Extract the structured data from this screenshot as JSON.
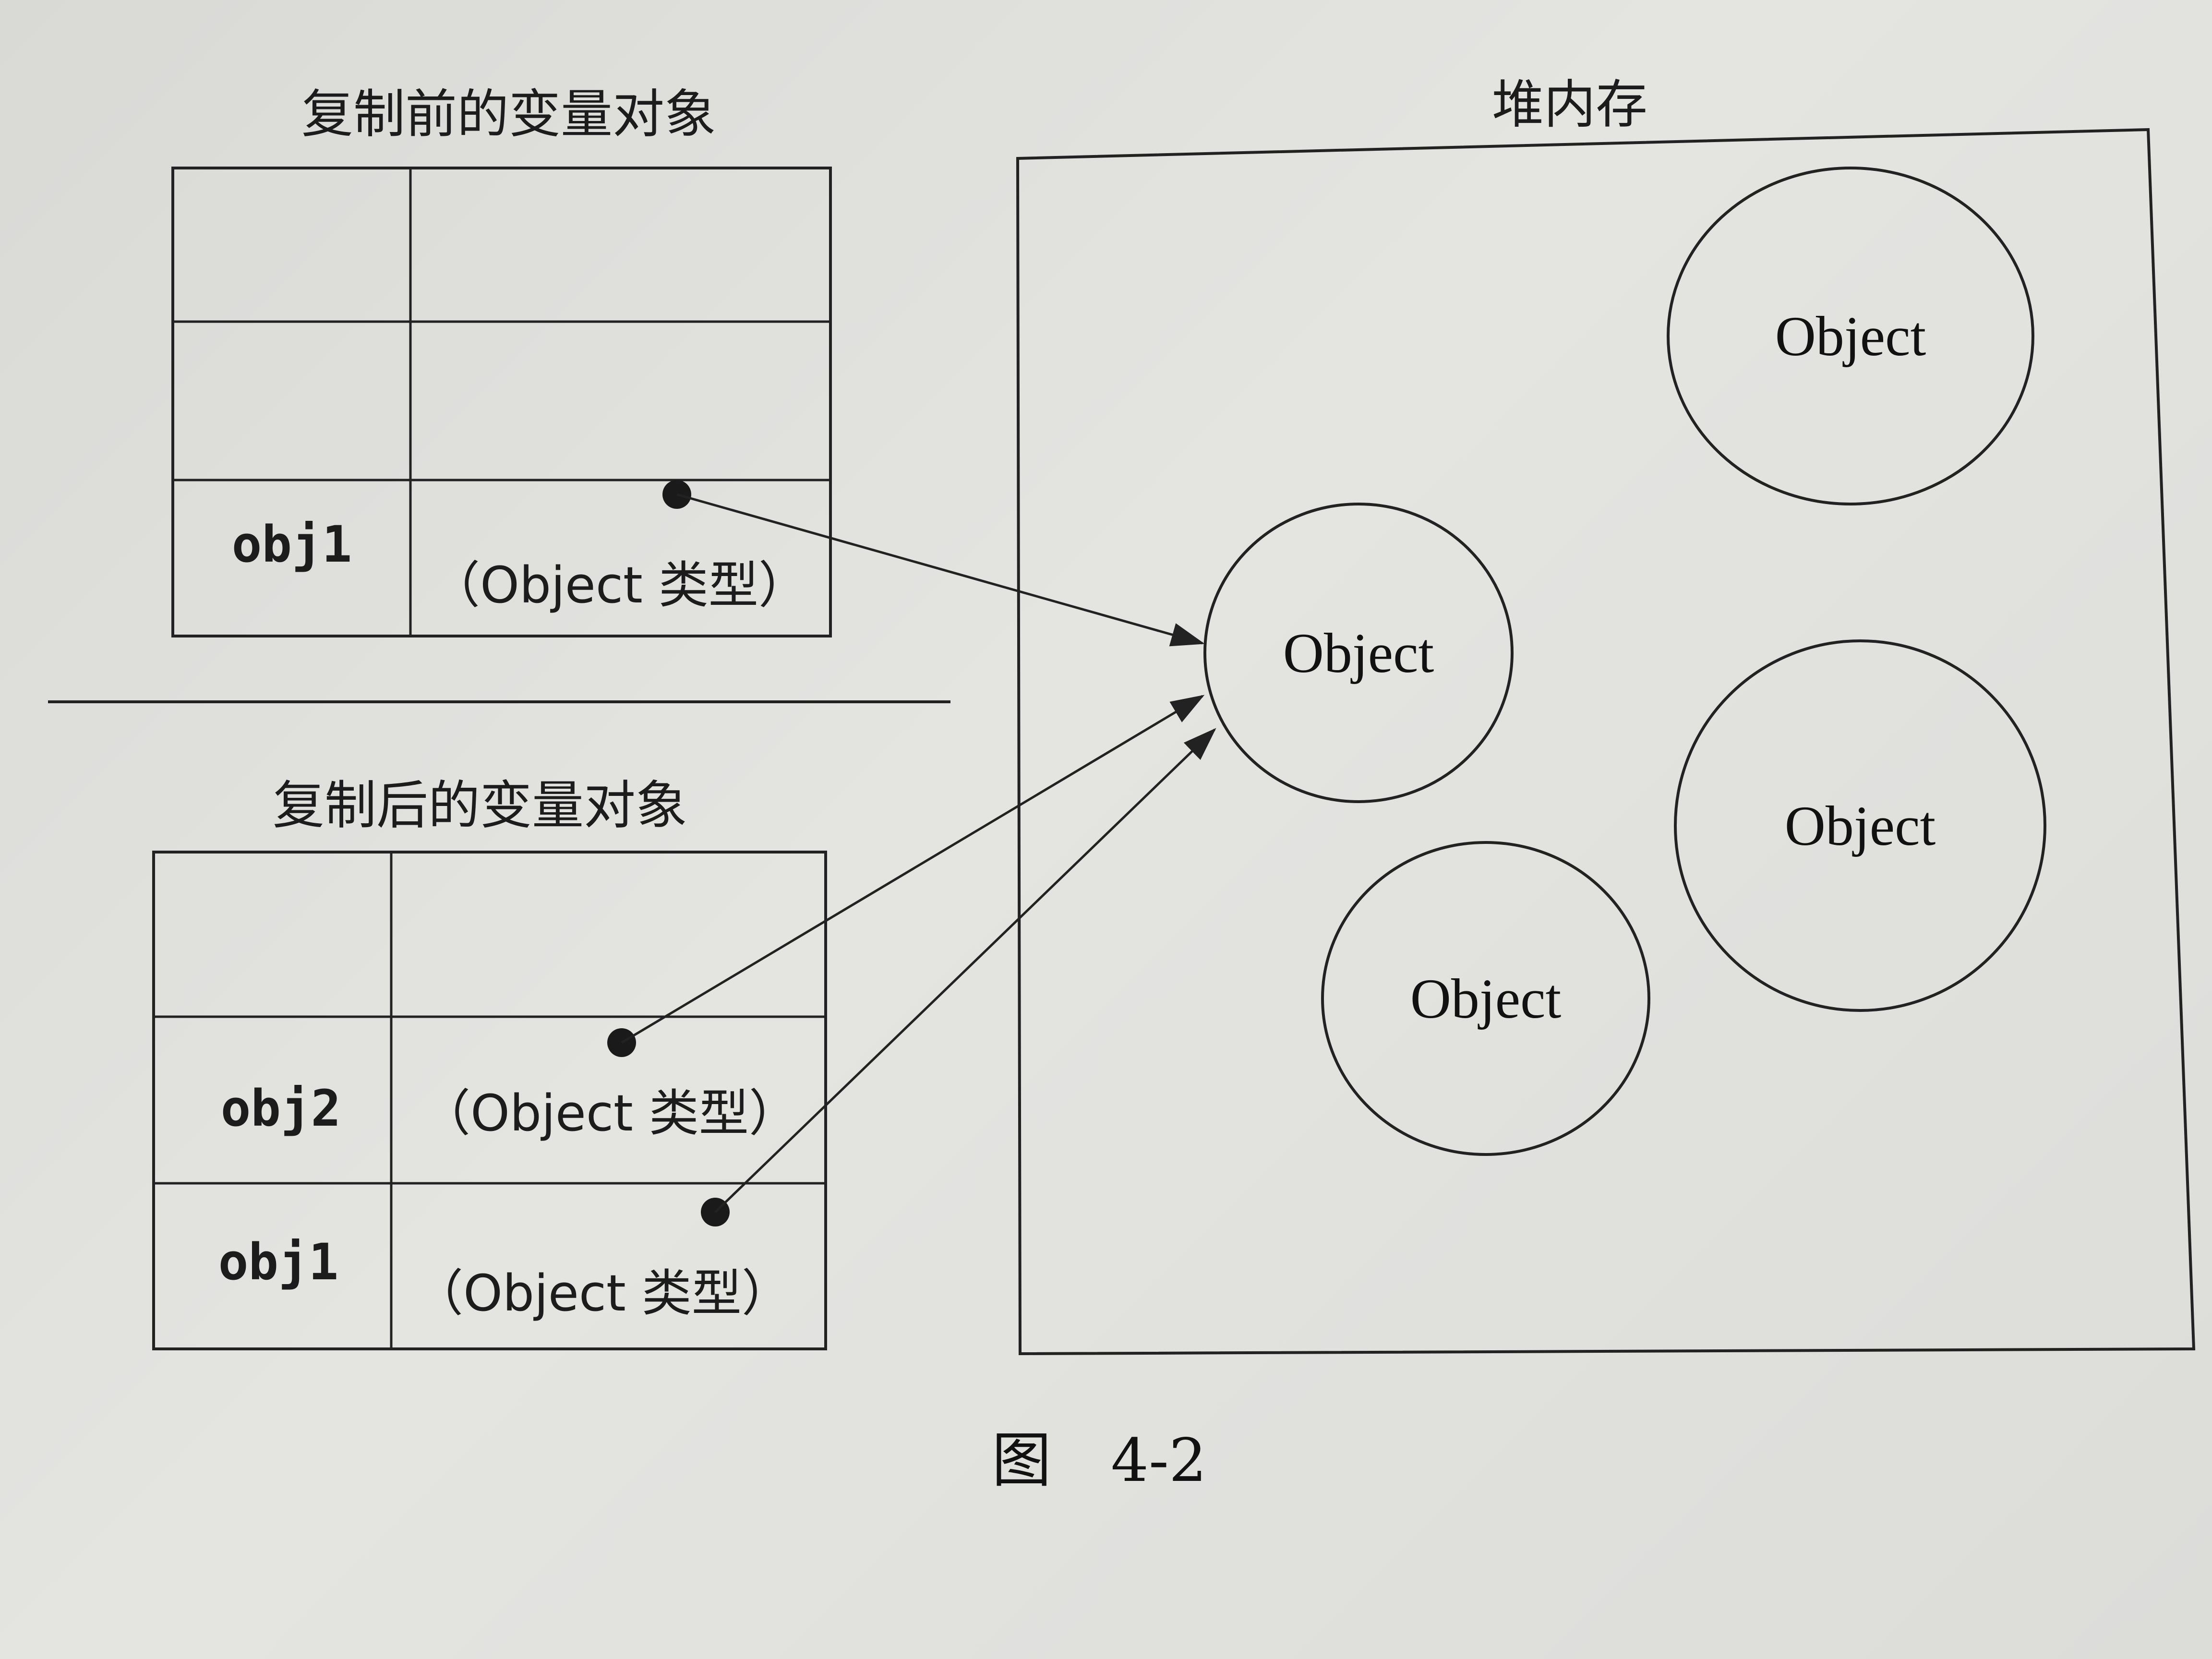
{
  "before": {
    "title": "复制前的变量对象",
    "rows": [
      {
        "name": "",
        "value": ""
      },
      {
        "name": "",
        "value": ""
      },
      {
        "name": "obj1",
        "value": "（Object 类型）"
      }
    ]
  },
  "after": {
    "title": "复制后的变量对象",
    "rows": [
      {
        "name": "",
        "value": ""
      },
      {
        "name": "obj2",
        "value": "（Object 类型）"
      },
      {
        "name": "obj1",
        "value": "（Object 类型）"
      }
    ]
  },
  "heap": {
    "title": "堆内存",
    "objects": [
      "Object",
      "Object",
      "Object",
      "Object"
    ]
  },
  "caption": "图　4-2"
}
